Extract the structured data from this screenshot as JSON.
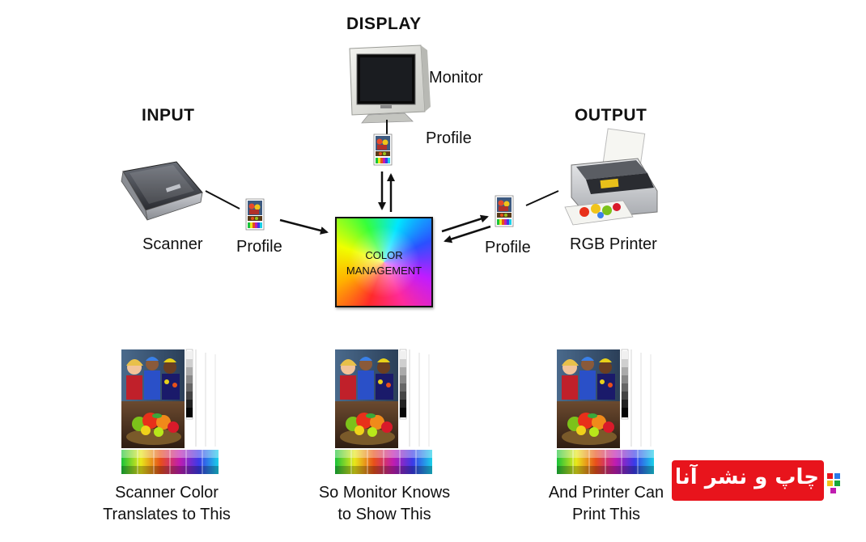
{
  "headings": {
    "display": "DISPLAY",
    "input": "INPUT",
    "output": "OUTPUT"
  },
  "devices": {
    "monitor": "Monitor",
    "scanner": "Scanner",
    "printer": "RGB Printer"
  },
  "profiles": {
    "display": "Profile",
    "input": "Profile",
    "output": "Profile"
  },
  "center": {
    "line1": "COLOR",
    "line2": "MANAGEMENT"
  },
  "captions": {
    "scanner": [
      "Scanner Color",
      "Translates to This"
    ],
    "monitor": [
      "So Monitor Knows",
      "to Show This"
    ],
    "printer": [
      "And Printer Can",
      "Print This"
    ]
  },
  "watermark": {
    "text": "چاپ و نشر آنلاین",
    "color": "#e8141c"
  }
}
